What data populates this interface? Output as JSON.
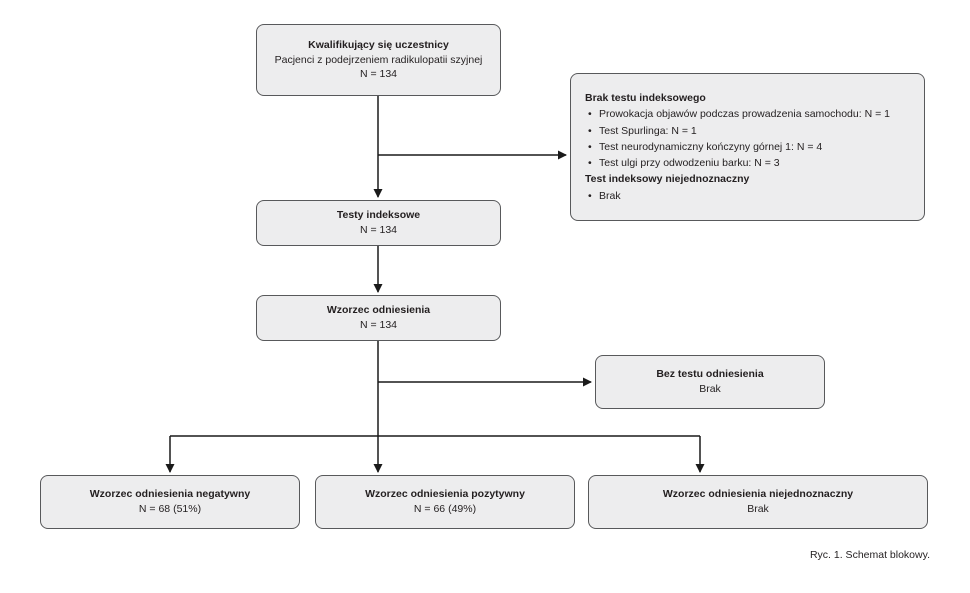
{
  "figure": {
    "caption": "Ryc. 1. Schemat blokowy."
  },
  "colors": {
    "box_fill": "#ededee",
    "box_border": "#58595b",
    "arrow": "#1a1a1a"
  },
  "boxes": {
    "eligible": {
      "title": "Kwalifikujący się uczestnicy",
      "subtitle": "Pacjenci z podejrzeniem radikulopatii szyjnej",
      "n": "N = 134"
    },
    "no_index_test": {
      "title": "Brak testu indeksowego",
      "items": [
        "Prowokacja objawów podczas prowadzenia samochodu: N = 1",
        "Test Spurlinga: N = 1",
        "Test neurodynamiczny kończyny górnej 1: N = 4",
        "Test ulgi przy odwodzeniu barku: N = 3"
      ],
      "title2": "Test indeksowy niejednoznaczny",
      "items2": [
        "Brak"
      ]
    },
    "index_tests": {
      "title": "Testy indeksowe",
      "n": "N = 134"
    },
    "reference": {
      "title": "Wzorzec odniesienia",
      "n": "N = 134"
    },
    "no_reference_test": {
      "title": "Bez testu odniesienia",
      "n": "Brak"
    },
    "negative": {
      "title": "Wzorzec odniesienia negatywny",
      "n": "N = 68 (51%)"
    },
    "positive": {
      "title": "Wzorzec odniesienia pozytywny",
      "n": "N = 66 (49%)"
    },
    "inconclusive": {
      "title": "Wzorzec odniesienia niejednoznaczny",
      "n": "Brak"
    }
  }
}
